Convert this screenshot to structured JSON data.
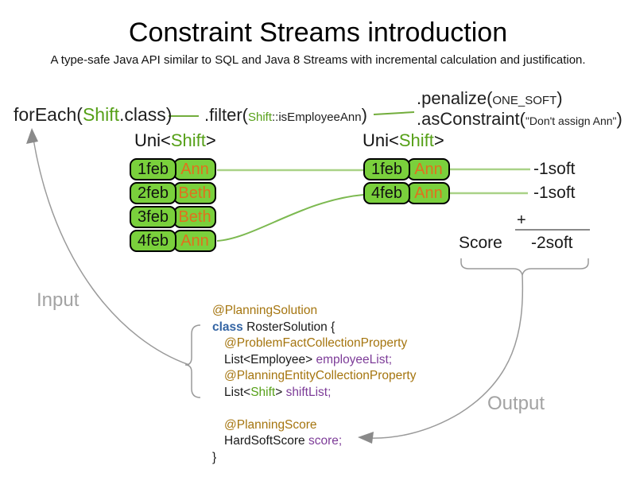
{
  "title": "Constraint Streams introduction",
  "subtitle": "A type-safe Java API similar to SQL and Java 8 Streams with incremental calculation and justification.",
  "expression": {
    "foreach_pre": "forEach(",
    "foreach_class": "Shift",
    "foreach_post": ".class)",
    "filter_pre": ".filter(",
    "filter_class": "Shift",
    "filter_method": "::isEmployeeAnn",
    "filter_post": ")",
    "penalize_pre": ".penalize(",
    "penalize_arg": "ONE_SOFT",
    "penalize_post": ")",
    "asconstraint_pre": ".asConstraint(",
    "asconstraint_arg": "\"Don't assign Ann\"",
    "asconstraint_post": ")"
  },
  "left_stream": {
    "label_pre": "Uni<",
    "label_type": "Shift",
    "label_post": ">",
    "rows": [
      {
        "date": "1feb",
        "name": "Ann"
      },
      {
        "date": "2feb",
        "name": "Beth"
      },
      {
        "date": "3feb",
        "name": "Beth"
      },
      {
        "date": "4feb",
        "name": "Ann"
      }
    ]
  },
  "right_stream": {
    "label_pre": "Uni<",
    "label_type": "Shift",
    "label_post": ">",
    "rows": [
      {
        "date": "1feb",
        "name": "Ann"
      },
      {
        "date": "4feb",
        "name": "Ann"
      }
    ]
  },
  "penalties": [
    "-1soft",
    "-1soft"
  ],
  "sum": {
    "plus": "+",
    "score_label": "Score",
    "total": "-2soft"
  },
  "code": {
    "line1_ann": "@PlanningSolution",
    "line2_kw": "class",
    "line2_rest": " RosterSolution {",
    "line3_ann": "@ProblemFactCollectionProperty",
    "line4_plain": "List<Employee> ",
    "line4_field": "employeeList;",
    "line5_ann": "@PlanningEntityCollectionProperty",
    "line6_pre": "List<",
    "line6_class": "Shift",
    "line6_mid": "> ",
    "line6_field": "shiftList;",
    "line8_ann": "@PlanningScore",
    "line9_plain": "HardSoftScore ",
    "line9_field": "score;",
    "line10": "}"
  },
  "input_label": "Input",
  "output_label": "Output",
  "colors": {
    "box_green": "#7ad03c",
    "text_green": "#56a018",
    "name_orange": "#e0711e",
    "annotation_gold": "#a5750f",
    "keyword_blue": "#3465a4",
    "field_purple": "#7d3c98",
    "connector_light_green": "#a9d287",
    "connector_green": "#7cb950",
    "arrow_gray": "#9a9a9a"
  }
}
